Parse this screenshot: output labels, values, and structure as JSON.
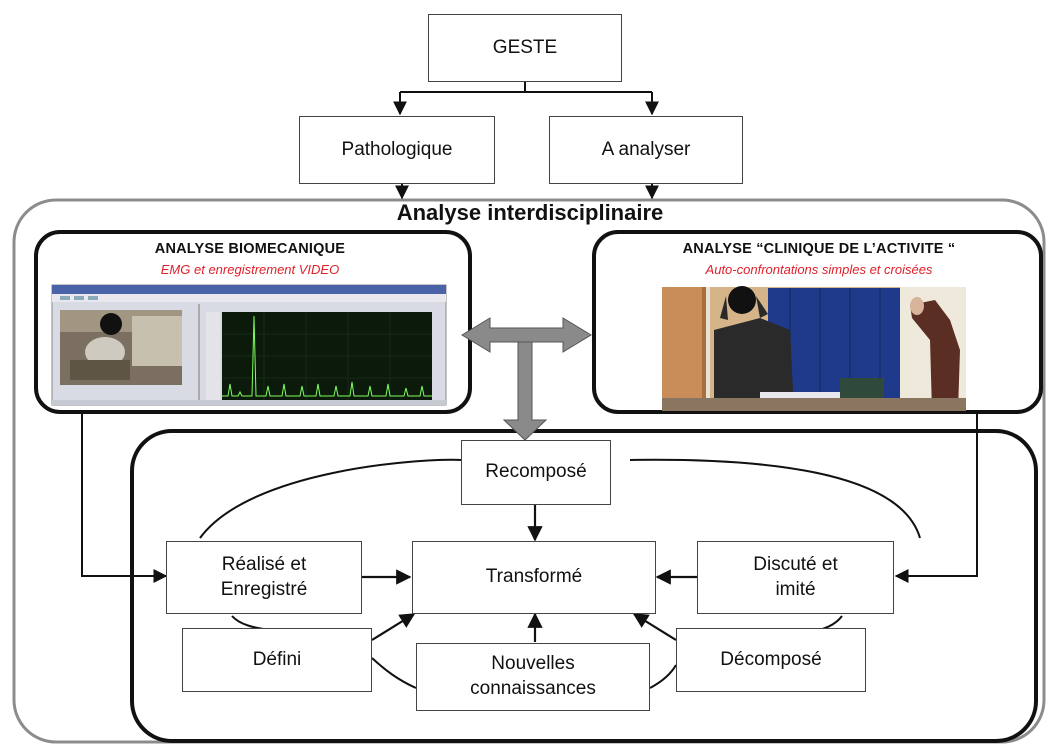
{
  "top": {
    "geste": "GESTE",
    "pathologique": "Pathologique",
    "a_analyser": "A analyser"
  },
  "analyse": {
    "title": "Analyse interdisciplinaire",
    "biomecanique": {
      "title": "ANALYSE  BIOMECANIQUE",
      "subtitle": "EMG et enregistrement VIDEO"
    },
    "clinique": {
      "title": "ANALYSE  “CLINIQUE DE L’ACTIVITE “",
      "subtitle": "Auto-confrontations simples et croisées"
    }
  },
  "process": {
    "recompose": "Recomposé",
    "realise": "Réalisé et Enregistré",
    "transforme": "Transformé",
    "discute": "Discuté et imité",
    "defini": "Défini",
    "nouvelles": "Nouvelles connaissances",
    "decompose": "Décomposé"
  },
  "colors": {
    "accent_red": "#e0202a",
    "line": "#111111",
    "outer_border": "#8c8c8c",
    "big_arrow": "#8a8a8a",
    "screen_dark": "#0b1a0b",
    "curtain_blue": "#1f3a8a"
  }
}
